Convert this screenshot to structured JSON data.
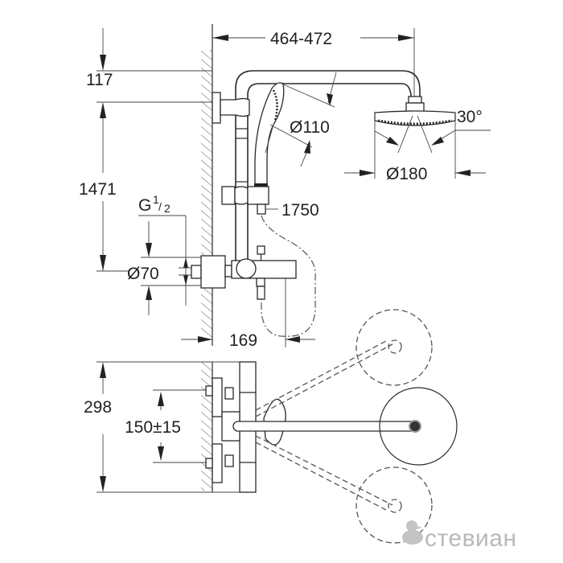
{
  "diagram": {
    "type": "technical-dimension-drawing",
    "subject": "Shower system with thermostatic mixer, overhead shower and hand shower",
    "views": [
      "front-elevation",
      "top-plan"
    ],
    "dimensions": {
      "arm_reach": "464-472",
      "top_offset": "117",
      "mount_height": "1471",
      "connection_thread_prefix": "G",
      "connection_thread_num": "1",
      "connection_thread_den": "2",
      "escutcheon_diameter": "Ø70",
      "hand_shower_diameter": "Ø110",
      "hose_length": "1750",
      "head_shower_diameter": "Ø180",
      "spray_angle": "30°",
      "mixer_projection": "169",
      "plan_depth": "298",
      "inlet_spacing": "150±15"
    },
    "watermark": {
      "text": "стевиан",
      "icon": "duck-icon",
      "color": "#b9b9b9"
    },
    "colors": {
      "line": "#2a2a2a",
      "background": "#ffffff"
    }
  }
}
